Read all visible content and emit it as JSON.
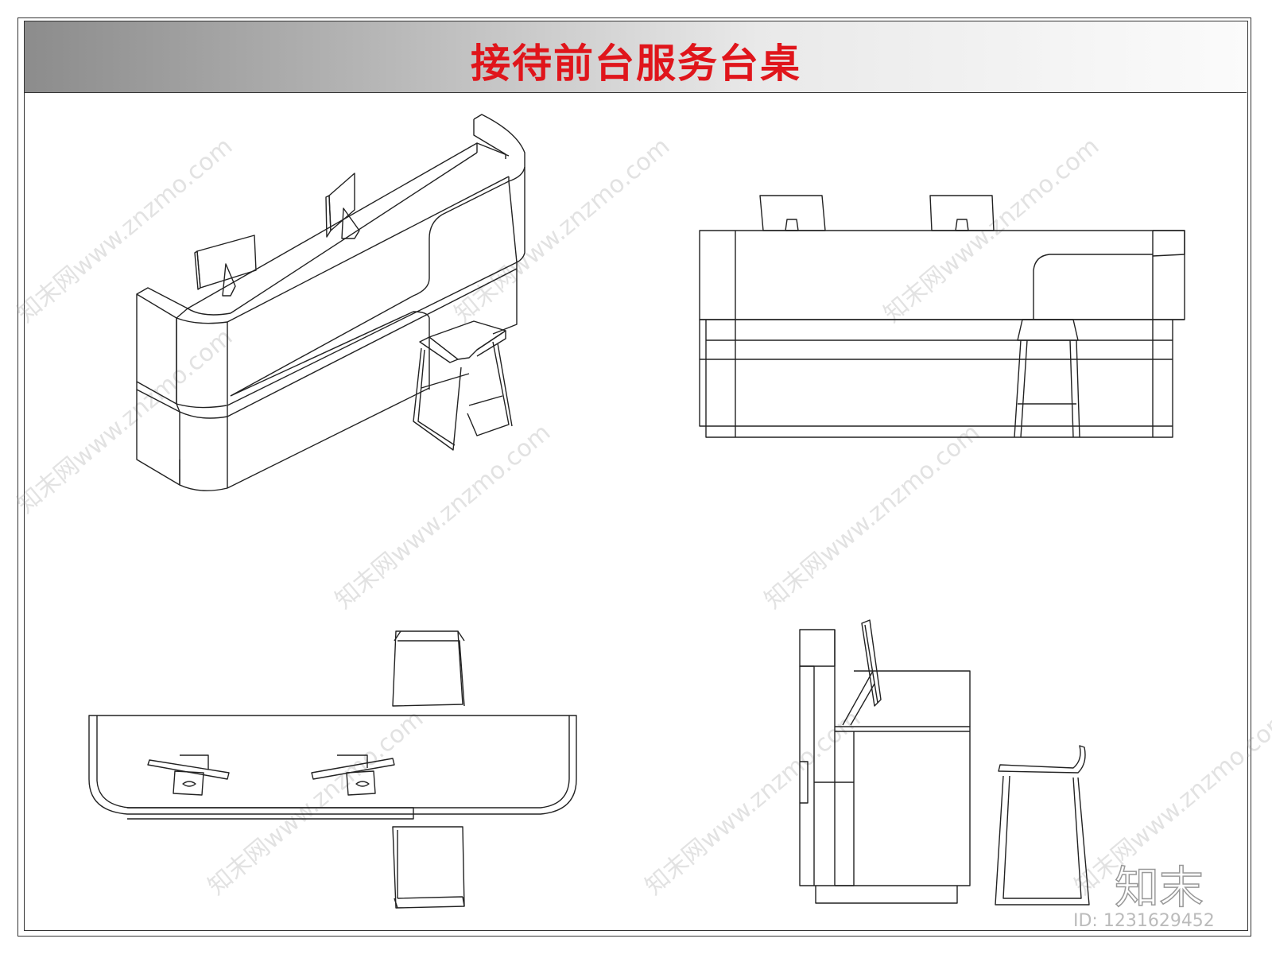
{
  "title": "接待前台服务台桌",
  "logo": "知末",
  "id_label": "ID: 1231629452",
  "watermark": "知末网www.znzmo.com",
  "colors": {
    "title": "#e0151b",
    "line": "#222222"
  }
}
